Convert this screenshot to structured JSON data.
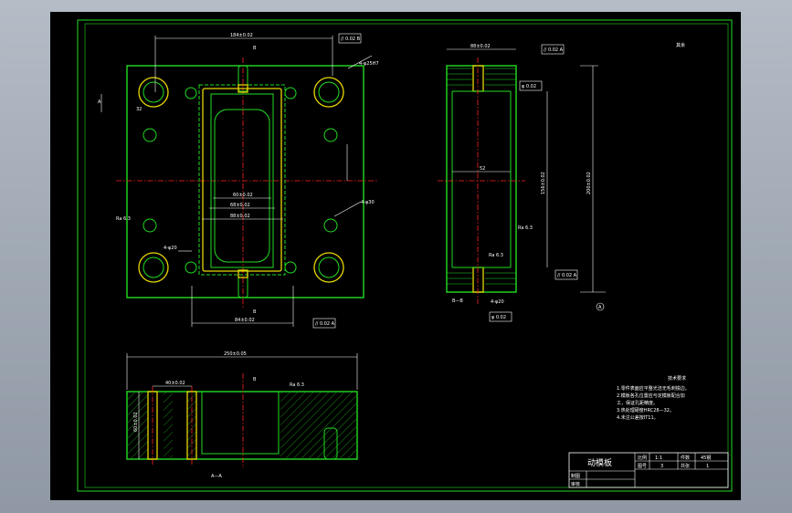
{
  "drawing": {
    "dims": {
      "top_overall": "184±0.02",
      "top_tol": "// 0.02 B",
      "bottom_dim": "84±0.02",
      "bottom_tol": "// 0.02 A",
      "hole_spec_a": "4-φ25H7",
      "hole_spec_b": "4-φ20",
      "hole_spec_c": "4-φ30",
      "left_small": "32",
      "inner_w1": "60±0.02",
      "inner_w2": "68±0.02",
      "inner_w3": "88±0.02",
      "side_top": "88±0.02",
      "side_tol_top": "// 0.02 A",
      "side_ref": "φ 0.02",
      "side_mid": "52",
      "side_height": "156±0.02",
      "side_total": "200±0.02",
      "side_tol_bottom": "// 0.02 A",
      "side_bot": "φ 0.02",
      "side_bot_dim": "4-φ20",
      "section_width": "250±0.05",
      "section_depth": "40±0.02",
      "section_height": "60±0.02"
    },
    "labels": {
      "marker_b": "B",
      "marker_a": "A",
      "datum_a": "A",
      "section_bb": "B—B",
      "section_aa": "A—A",
      "roughness": "Ra 6.3",
      "finish_mark": "其余"
    },
    "notes": {
      "heading": "技术要求",
      "items": [
        "1.零件表面应平整光洁无毛刺锐边。",
        "2.模板各孔位置应与定模板配合加",
        "  工，保证孔距精度。",
        "3.热处理硬度HRC28—32。",
        "4.未注公差按IT11。"
      ]
    },
    "title_block": {
      "part_name": "动模板",
      "scale_label": "比例",
      "scale_value": "1:1",
      "count_label": "件数",
      "material_value": "45钢",
      "design_label": "制图",
      "check_label": "审核",
      "sheet_label": "图号",
      "sheet_value": "3",
      "weight_label": "共张",
      "weight_value": "1"
    }
  }
}
